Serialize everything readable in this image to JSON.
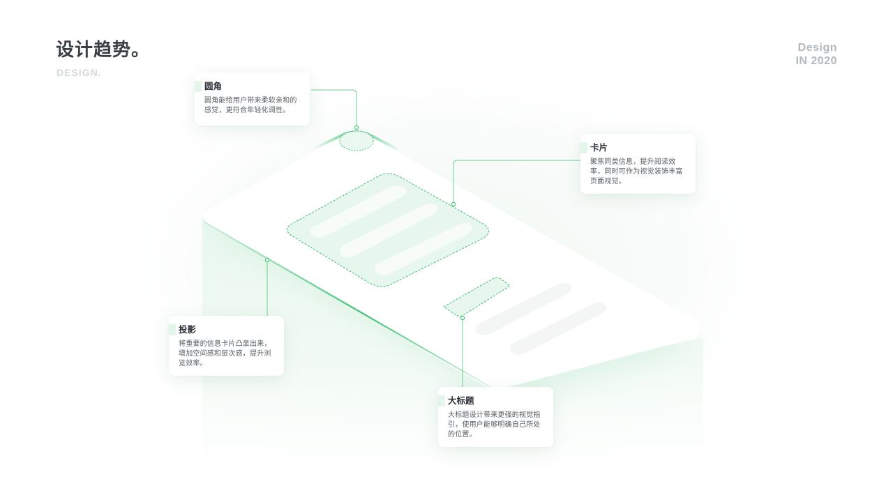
{
  "header": {
    "title": "设计趋势。",
    "subtitle": "DESIGN.",
    "brand_line1": "Design",
    "brand_line2": "IN 2020"
  },
  "callouts": {
    "corner": {
      "title": "圆角",
      "desc": "圆角能给用户带来柔软亲和的感觉，更符合年轻化调性。"
    },
    "card": {
      "title": "卡片",
      "desc": "聚焦同类信息，提升阅读效率，同时可作为视觉装饰丰富页面视觉。"
    },
    "shadow": {
      "title": "投影",
      "desc": "将重要的信息卡片凸显出来，增加空间感和层次感，提升浏览效率。"
    },
    "heading": {
      "title": "大标题",
      "desc": "大标题设计带来更强的视觉指引，使用户能够明确自己所处的位置。"
    }
  },
  "colors": {
    "accent": "#3cc072",
    "accent_light": "#e8f7ee",
    "title_text": "#3a3f45",
    "muted_text": "#b3b8bd"
  }
}
